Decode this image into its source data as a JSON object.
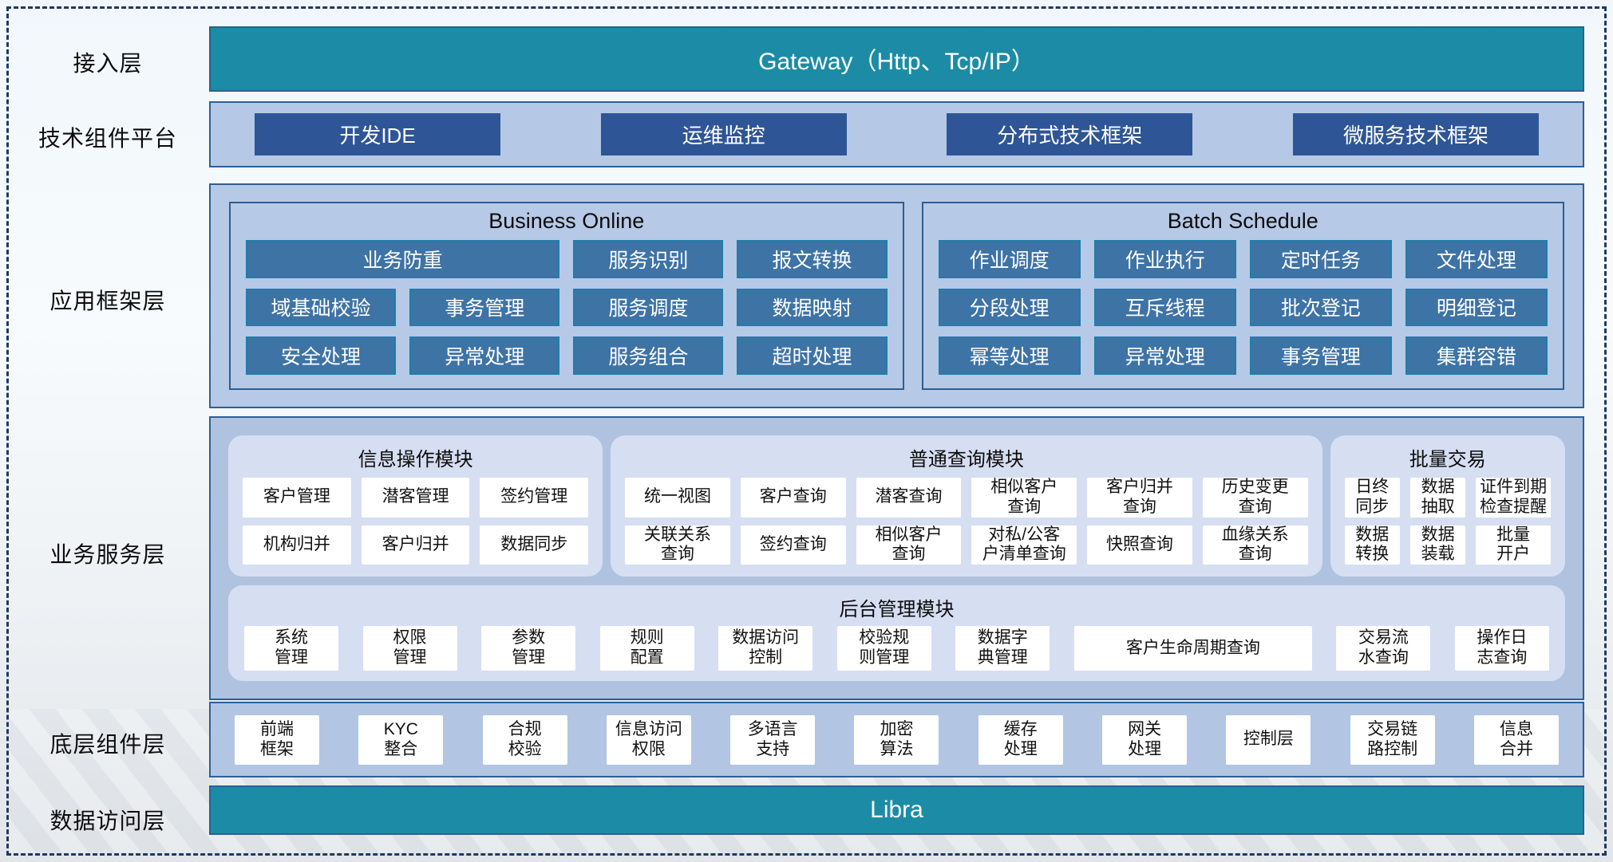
{
  "colors": {
    "teal_bar": "#1C8CA6",
    "navy_button": "#2E5596",
    "steel_button": "#3E73A6",
    "steel_border": "#1F7EA8",
    "light_container": "#B6C9E6",
    "service_container": "#AFC2DF",
    "rounded_panel": "#D6DEF2",
    "container_border": "#2E5F94",
    "frame_dash": "#1F3A60"
  },
  "layers": {
    "access": {
      "label": "接入层",
      "gateway": "Gateway（Http、Tcp/IP）"
    },
    "tech_platform": {
      "label": "技术组件平台",
      "items": [
        "开发IDE",
        "运维监控",
        "分布式技术框架",
        "微服务技术框架"
      ]
    },
    "app_framework": {
      "label": "应用框架层",
      "business_online": {
        "title": "Business Online",
        "row1_wide": "业务防重",
        "row1": [
          "服务识别",
          "报文转换"
        ],
        "row2": [
          "域基础校验",
          "事务管理",
          "服务调度",
          "数据映射"
        ],
        "row3": [
          "安全处理",
          "异常处理",
          "服务组合",
          "超时处理"
        ]
      },
      "batch_schedule": {
        "title": "Batch Schedule",
        "row1": [
          "作业调度",
          "作业执行",
          "定时任务",
          "文件处理"
        ],
        "row2": [
          "分段处理",
          "互斥线程",
          "批次登记",
          "明细登记"
        ],
        "row3": [
          "幂等处理",
          "异常处理",
          "事务管理",
          "集群容错"
        ]
      }
    },
    "business_service": {
      "label": "业务服务层",
      "info_module": {
        "title": "信息操作模块",
        "row1": [
          "客户管理",
          "潜客管理",
          "签约管理"
        ],
        "row2": [
          "机构归并",
          "客户归并",
          "数据同步"
        ]
      },
      "query_module": {
        "title": "普通查询模块",
        "row1": [
          "统一视图",
          "客户查询",
          "潜客查询",
          "相似客户\n查询",
          "客户归并\n查询",
          "历史变更\n查询"
        ],
        "row2": [
          "关联关系\n查询",
          "签约查询",
          "相似客户\n查询",
          "对私/公客\n户清单查询",
          "快照查询",
          "血缘关系\n查询"
        ]
      },
      "batch_trade": {
        "title": "批量交易",
        "row1": [
          "日终\n同步",
          "数据\n抽取",
          "证件到期\n检查提醒"
        ],
        "row2": [
          "数据\n转换",
          "数据\n装载",
          "批量\n开户"
        ]
      },
      "admin_module": {
        "title": "后台管理模块",
        "cells_left": [
          "系统\n管理",
          "权限\n管理",
          "参数\n管理",
          "规则\n配置",
          "数据访问\n控制",
          "校验规\n则管理",
          "数据字\n典管理"
        ],
        "wide_cell": "客户生命周期查询",
        "cells_right": [
          "交易流\n水查询",
          "操作日\n志查询"
        ]
      }
    },
    "base_components": {
      "label": "底层组件层",
      "items": [
        "前端\n框架",
        "KYC\n整合",
        "合规\n校验",
        "信息访问\n权限",
        "多语言\n支持",
        "加密\n算法",
        "缓存\n处理",
        "网关\n处理",
        "控制层",
        "交易链\n路控制",
        "信息\n合并"
      ]
    },
    "data_access": {
      "label": "数据访问层",
      "bar": "Libra"
    }
  }
}
